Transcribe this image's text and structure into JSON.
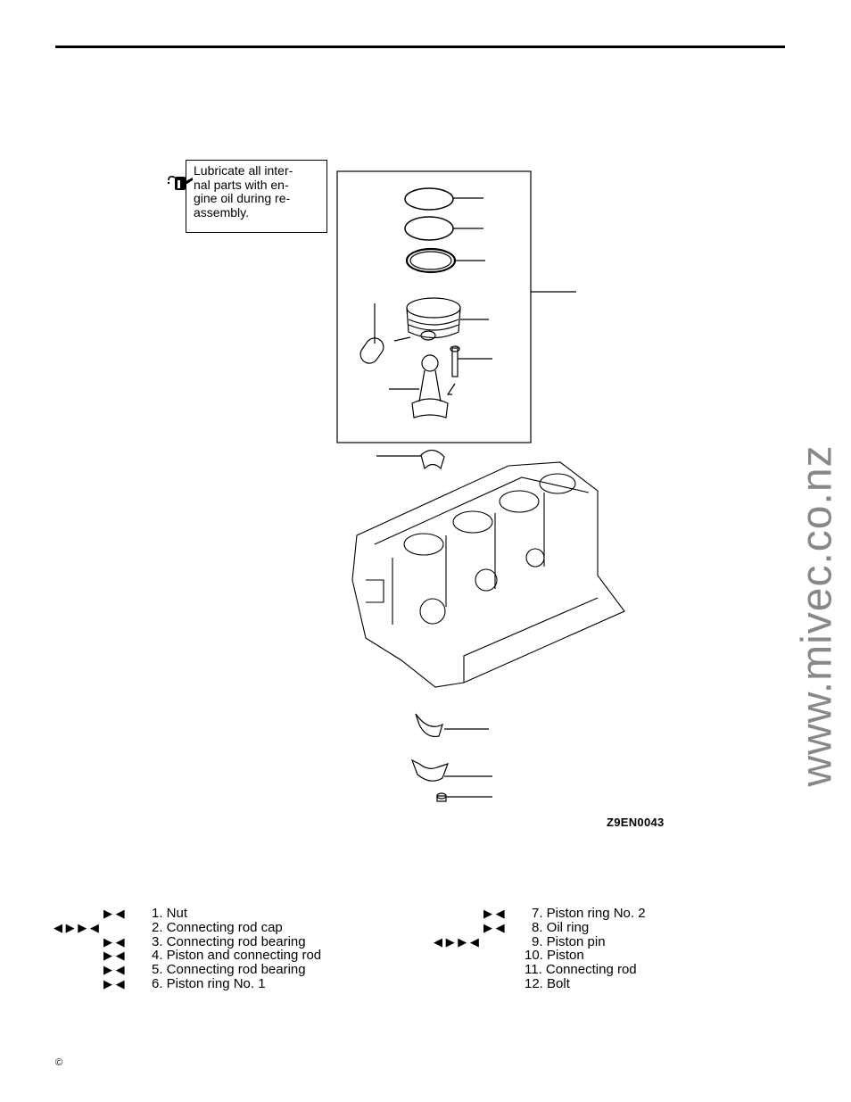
{
  "note": {
    "lines": [
      "Lubricate all inter-",
      "nal parts with en-",
      "gine oil during re-",
      "assembly."
    ]
  },
  "figure_code": "Z9EN0043",
  "watermark": "www.mivec.co.nz",
  "copyright": "©",
  "legend_left": [
    {
      "marks": "▶ ◀",
      "text": "1. Nut"
    },
    {
      "marks": "◀ ▶ ▶ ◀",
      "text": "2. Connecting rod cap"
    },
    {
      "marks": "▶ ◀",
      "text": "3. Connecting rod bearing"
    },
    {
      "marks": "▶ ◀",
      "text": "4. Piston and connecting rod"
    },
    {
      "marks": "▶ ◀",
      "text": "5. Connecting rod bearing"
    },
    {
      "marks": "▶ ◀",
      "text": "6. Piston ring No. 1"
    }
  ],
  "legend_right": [
    {
      "marks": "▶ ◀",
      "text": "7. Piston ring No. 2"
    },
    {
      "marks": "▶ ◀",
      "text": "8. Oil ring"
    },
    {
      "marks": "◀ ▶ ▶ ◀",
      "text": "9. Piston pin"
    },
    {
      "marks": "",
      "text": "10. Piston"
    },
    {
      "marks": "",
      "text": "11. Connecting rod"
    },
    {
      "marks": "",
      "text": "12. Bolt"
    }
  ],
  "colors": {
    "ink": "#000000",
    "watermark": "#888888"
  }
}
